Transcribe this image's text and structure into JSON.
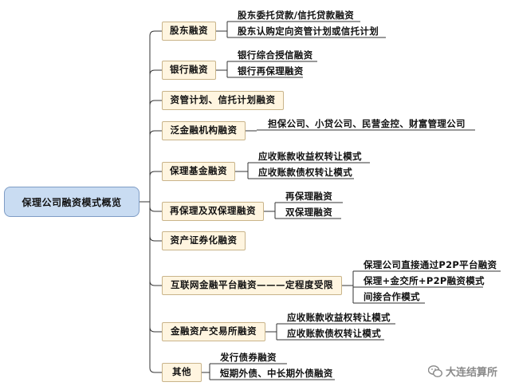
{
  "root": {
    "label": "保理公司融资模式概览"
  },
  "branches": [
    {
      "label": "股东融资",
      "leaves": [
        "股东委托贷款/信托贷款融资",
        "股东认购定向资管计划或信托计划"
      ]
    },
    {
      "label": "银行融资",
      "leaves": [
        "银行综合授信融资",
        "银行再保理融资"
      ]
    },
    {
      "label": "资管计划、信托计划融资",
      "leaves": []
    },
    {
      "label": "泛金融机构融资",
      "leaves": [
        "担保公司、小贷公司、民营金控、财富管理公司"
      ]
    },
    {
      "label": "保理基金融资",
      "leaves": [
        "应收账款收益权转让模式",
        "应收账款债权转让模式"
      ]
    },
    {
      "label": "再保理及双保理融资",
      "leaves": [
        "再保理融资",
        "双保理融资"
      ]
    },
    {
      "label": "资产证券化融资",
      "leaves": []
    },
    {
      "label": "互联网金融平台融资———定程度受限",
      "leaves": [
        "保理公司直接通过P2P平台融资",
        "保理+金交所+P2P融资模式",
        "间接合作模式"
      ]
    },
    {
      "label": "金融资产交易所融资",
      "leaves": [
        "应收账款收益权转让模式",
        "应收账款债权转让模式"
      ]
    },
    {
      "label": "其他",
      "leaves": [
        "发行债券融资",
        "短期外债、中长期外债融资"
      ]
    }
  ],
  "watermark": {
    "text": "大连结算所",
    "icon": "wechat-icon"
  }
}
